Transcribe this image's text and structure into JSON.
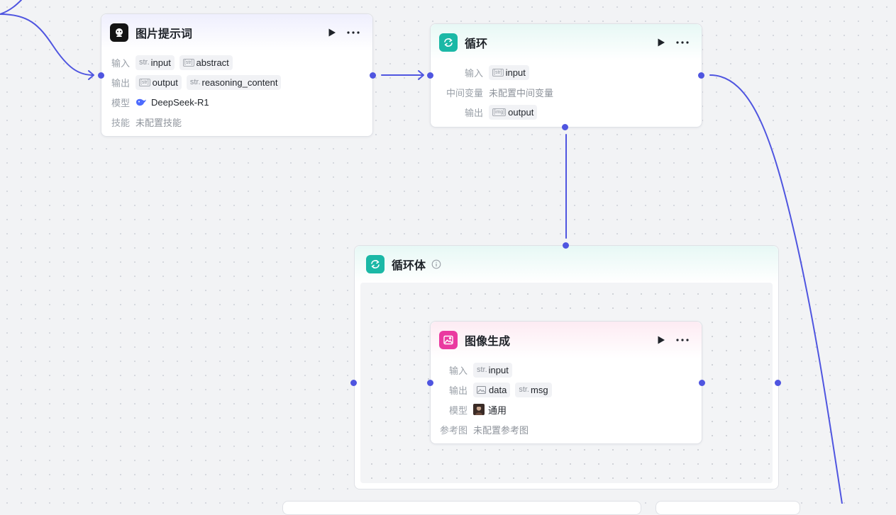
{
  "nodes": {
    "prompt": {
      "title": "图片提示词",
      "input_label": "输入",
      "output_label": "输出",
      "model_label": "模型",
      "skill_label": "技能",
      "inputs": [
        {
          "type": "str.",
          "name": "input"
        },
        {
          "type": "[str]",
          "name": "abstract"
        }
      ],
      "outputs": [
        {
          "type": "[str]",
          "name": "output"
        },
        {
          "type": "str.",
          "name": "reasoning_content"
        }
      ],
      "model": "DeepSeek-R1",
      "skills": "未配置技能"
    },
    "loop": {
      "title": "循环",
      "input_label": "输入",
      "variable_label": "中间变量",
      "output_label": "输出",
      "input": {
        "type": "[str]",
        "name": "input"
      },
      "variables": "未配置中间变量",
      "output": {
        "type": "[img]",
        "name": "output"
      }
    },
    "loop_body": {
      "title": "循环体"
    },
    "image_gen": {
      "title": "图像生成",
      "input_label": "输入",
      "output_label": "输出",
      "model_label": "模型",
      "ref_label": "参考图",
      "input": {
        "type": "str.",
        "name": "input"
      },
      "outputs": [
        {
          "type": "image",
          "name": "data"
        },
        {
          "type": "str.",
          "name": "msg"
        }
      ],
      "model": "通用",
      "reference": "未配置参考图"
    }
  },
  "colors": {
    "edge": "#4f55e0",
    "prompt_icon": "#141414",
    "loop_icon": "#1bb8a6",
    "image_icon": "#ea3aa0"
  },
  "icons": {
    "run": "play-icon",
    "more": "more-icon",
    "info": "info-icon"
  }
}
